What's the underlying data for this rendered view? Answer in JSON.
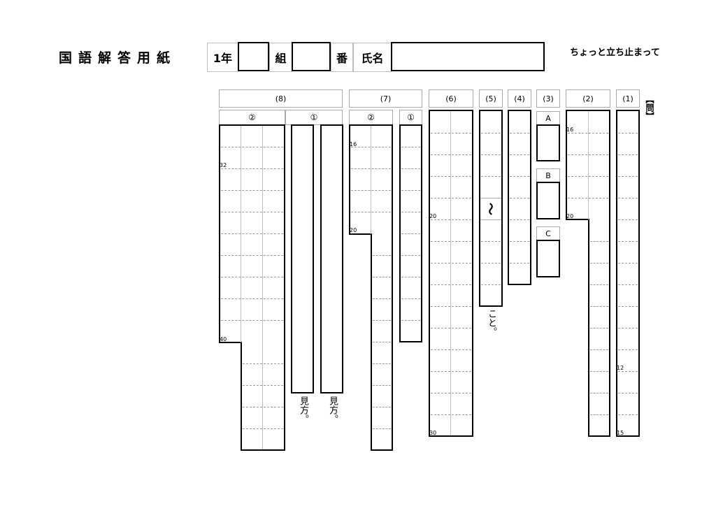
{
  "header": {
    "title": "国語解答用紙",
    "subtitle": "ちょっと立ち止まって",
    "fields": {
      "grade_label": "1年",
      "class_label": "組",
      "number_label": "番",
      "name_label": "氏名"
    }
  },
  "side_label": "【問】",
  "questions": {
    "q8": "(8)",
    "q7": "(7)",
    "q6": "(6)",
    "q5": "(5)",
    "q4": "(4)",
    "q3": "(3)",
    "q2": "(2)",
    "q1": "(1)"
  },
  "subparts": {
    "sub2": "②",
    "sub1": "①"
  },
  "q3_options": [
    "A",
    "B",
    "C"
  ],
  "suffixes": {
    "mikata": "見方。",
    "koto": "こと。",
    "wave": "〜"
  },
  "counts": {
    "n16": "16",
    "n20": "20",
    "n32": "32",
    "n40": "40",
    "n30": "30",
    "n12": "12",
    "n15": "15"
  }
}
